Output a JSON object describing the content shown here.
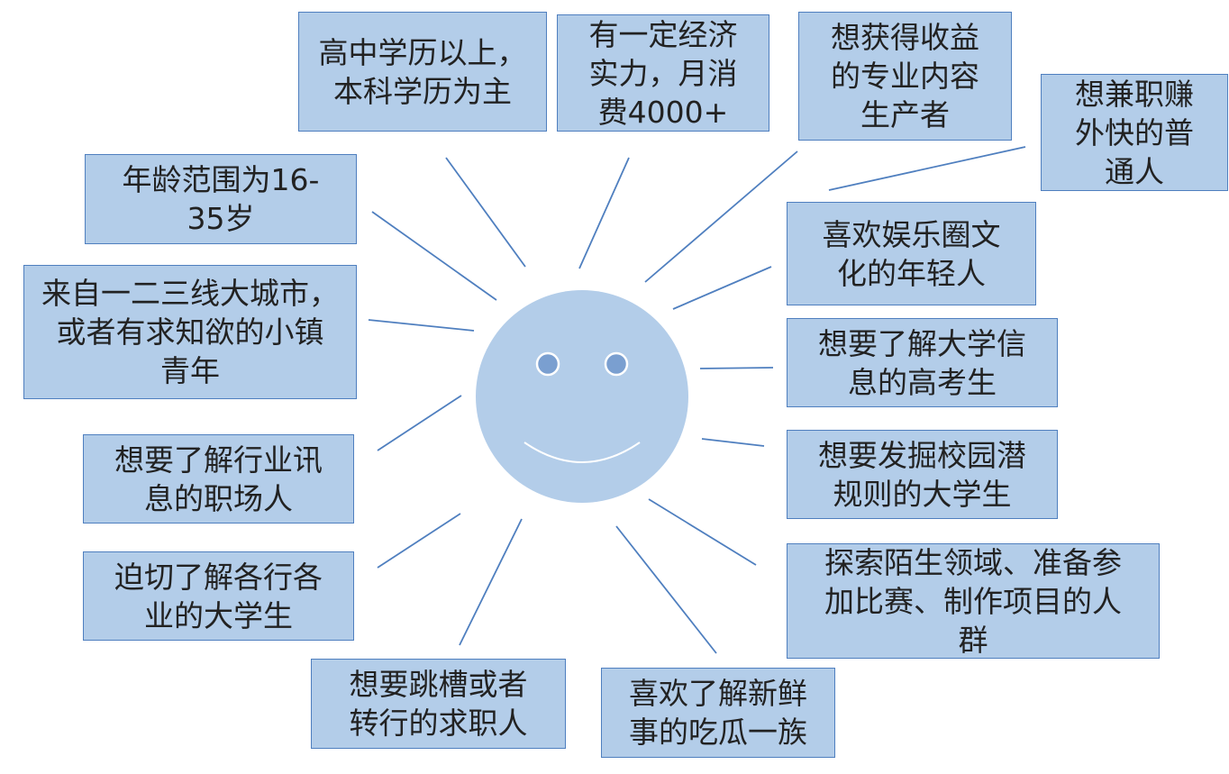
{
  "colors": {
    "box_fill": "#b3cde9",
    "box_border": "#4f7fbf",
    "ray": "#4f7fbf",
    "face_fill": "#b3cde9",
    "eye_fill": "#7a9fd0",
    "eye_stroke": "#ffffff",
    "mouth": "#ffffff"
  },
  "center": {
    "icon": "smiley-face-icon"
  },
  "boxes": [
    {
      "id": "education",
      "text": "高中学历以上，\n本科学历为主"
    },
    {
      "id": "income",
      "text": "有一定经济\n实力，月消\n费4000+"
    },
    {
      "id": "content-producer",
      "text": "想获得收益\n的专业内容\n生产者"
    },
    {
      "id": "side-income",
      "text": "想兼职赚\n外快的普\n通人"
    },
    {
      "id": "age",
      "text": "年龄范围为16-\n35岁"
    },
    {
      "id": "city",
      "text": "来自一二三线大城市，\n或者有求知欲的小镇\n青年"
    },
    {
      "id": "entertainment",
      "text": "喜欢娱乐圈文\n化的年轻人"
    },
    {
      "id": "gaokao",
      "text": "想要了解大学信\n息的高考生"
    },
    {
      "id": "campus",
      "text": "想要发掘校园潜\n规则的大学生"
    },
    {
      "id": "industry-news",
      "text": "想要了解行业讯\n息的职场人"
    },
    {
      "id": "explore",
      "text": "探索陌生领域、准备参\n加比赛、制作项目的人\n群"
    },
    {
      "id": "industries-student",
      "text": "迫切了解各行各\n业的大学生"
    },
    {
      "id": "job-change",
      "text": "想要跳槽或者\n转行的求职人"
    },
    {
      "id": "gossip",
      "text": "喜欢了解新鲜\n事的吃瓜一族"
    }
  ]
}
